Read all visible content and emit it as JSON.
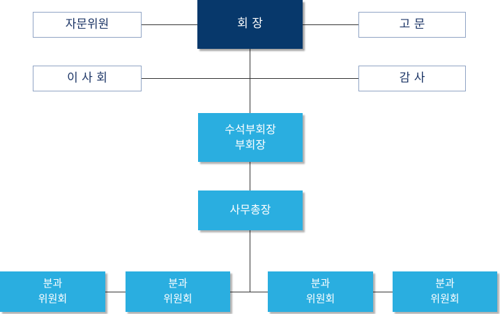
{
  "org_chart": {
    "chairman": "회  장",
    "advisory_committee": "자문위원",
    "advisor": "고   문",
    "board": "이 사 회",
    "auditor": "감   사",
    "vice_chairmen": "수석부회장\n부회장",
    "secretary_general": "사무총장",
    "subcommittees": [
      "분과\n위원회",
      "분과\n위원회",
      "분과\n위원회",
      "분과\n위원회"
    ]
  },
  "colors": {
    "chairman_fill": "#07386b",
    "unit_fill": "#2aaee0",
    "outline_border": "#8fa3c4",
    "outline_text": "#1c3566",
    "connector": "#333333"
  }
}
